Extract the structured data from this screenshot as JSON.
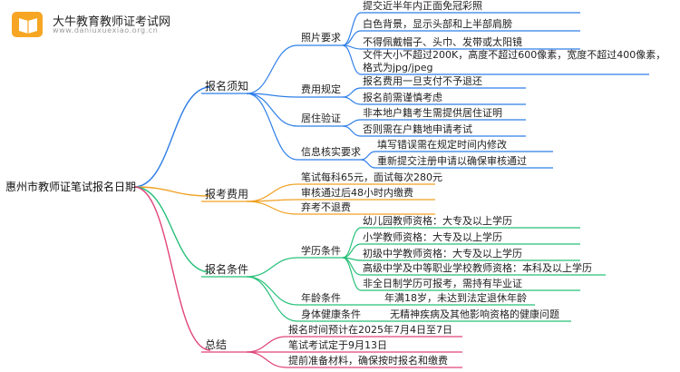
{
  "brand": {
    "title": "大牛教育教师证考试网",
    "subtitle": "www.daniuxuexiao.org.cn"
  },
  "mindmap": {
    "root": "惠州市教师证笔试报名日期",
    "branches": [
      {
        "label": "报名须知",
        "color": "#2f7fe8",
        "children": [
          {
            "label": "照片要求",
            "children": [
              "提交近半年内正面免冠彩照",
              "白色背景，显示头部和上半部肩膀",
              "不得佩戴帽子、头巾、发带或太阳镜",
              "文件大小不超过200K，高度不超过600像素，宽度不超过400像素，格式为jpg/jpeg"
            ]
          },
          {
            "label": "费用规定",
            "children": [
              "报名费用一旦支付不予退还",
              "报名前需谨慎考虑"
            ]
          },
          {
            "label": "居住验证",
            "children": [
              "非本地户籍考生需提供居住证明",
              "否则需在户籍地申请考试"
            ]
          },
          {
            "label": "信息核实要求",
            "children": [
              "填写错误需在规定时间内修改",
              "重新提交注册申请以确保审核通过"
            ]
          }
        ]
      },
      {
        "label": "报考费用",
        "color": "#f0a020",
        "children": [
          "笔试每科65元，面试每次280元",
          "审核通过后48小时内缴费",
          "弃考不退费"
        ]
      },
      {
        "label": "报名条件",
        "color": "#27c079",
        "children": [
          {
            "label": "学历条件",
            "children": [
              "幼儿园教师资格：大专及以上学历",
              "小学教师资格：大专及以上学历",
              "初级中学教师资格：大专及以上学历",
              "高级中学及中等职业学校教师资格：本科及以上学历",
              "非全日制学历可报考，需持有毕业证"
            ]
          },
          {
            "label": "年龄条件",
            "children": [
              "年满18岁，未达到法定退休年龄"
            ]
          },
          {
            "label": "身体健康条件",
            "children": [
              "无精神疾病及其他影响资格的健康问题"
            ]
          }
        ]
      },
      {
        "label": "总结",
        "color": "#e0457b",
        "children": [
          "报名时间预计在2025年7月4日至7日",
          "笔试考试定于9月13日",
          "提前准备材料，确保按时报名和缴费"
        ]
      }
    ]
  }
}
